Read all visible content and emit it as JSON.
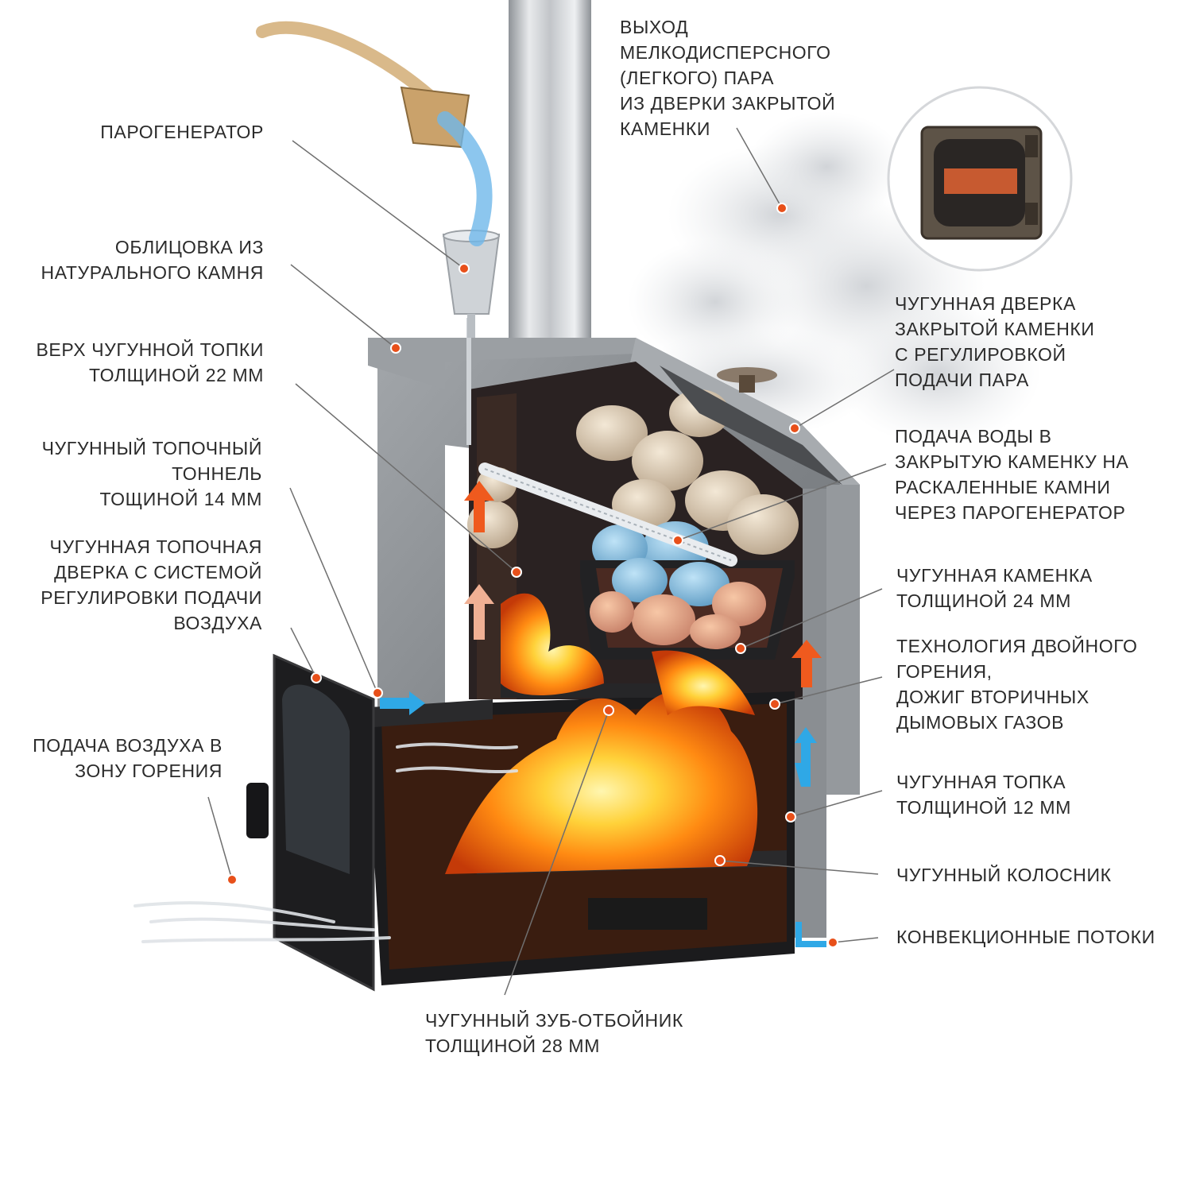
{
  "colors": {
    "marker": "#e8501a",
    "leader": "#6f6f6f",
    "text": "#2b2b2b",
    "stone": "#8e9296",
    "iron": "#1f1f21",
    "fire": "#ff8a1c",
    "air_arrow": "#2fa8e6",
    "hot_arrow": "#ef5a1e",
    "steam": "#d7d9dc"
  },
  "icons": {
    "ladle": "ladle-icon",
    "door_closeup": "cast-iron-door-closeup"
  },
  "labels": {
    "steam_generator": [
      "ПАРОГЕНЕРАТОР"
    ],
    "stone_cladding": [
      "ОБЛИЦОВКА ИЗ",
      "НАТУРАЛЬНОГО КАМНЯ"
    ],
    "firebox_top": [
      "ВЕРХ ЧУГУННОЙ ТОПКИ",
      "ТОЛЩИНОЙ 22 ММ"
    ],
    "fire_tunnel": [
      "ЧУГУННЫЙ ТОПОЧНЫЙ",
      "ТОННЕЛЬ",
      "ТОЩИНОЙ 14 ММ"
    ],
    "fire_door": [
      "ЧУГУННАЯ ТОПОЧНАЯ",
      "ДВЕРКА С СИСТЕМОЙ",
      "РЕГУЛИРОВКИ ПОДАЧИ",
      "ВОЗДУХА"
    ],
    "air_supply": [
      "ПОДАЧА ВОЗДУХА В",
      "ЗОНУ ГОРЕНИЯ"
    ],
    "steam_exit": [
      "ВЫХОД",
      "МЕЛКОДИСПЕРСНОГО",
      "(ЛЕГКОГО) ПАРА",
      "ИЗ ДВЕРКИ ЗАКРЫТОЙ",
      "КАМЕНКИ"
    ],
    "heater_door": [
      "ЧУГУННАЯ ДВЕРКА",
      "ЗАКРЫТОЙ КАМЕНКИ",
      "С РЕГУЛИРОВКОЙ",
      "ПОДАЧИ ПАРА"
    ],
    "water_supply": [
      "ПОДАЧА ВОДЫ В",
      "ЗАКРЫТУЮ КАМЕНКУ НА",
      "РАСКАЛЕННЫЕ КАМНИ",
      "ЧЕРЕЗ ПАРОГЕНЕРАТОР"
    ],
    "heater": [
      "ЧУГУННАЯ КАМЕНКА",
      "ТОЛЩИНОЙ 24 ММ"
    ],
    "double_combustion": [
      "ТЕХНОЛОГИЯ ДВОЙНОГО",
      "ГОРЕНИЯ,",
      "ДОЖИГ ВТОРИЧНЫХ",
      "ДЫМОВЫХ ГАЗОВ"
    ],
    "firebox": [
      "ЧУГУННАЯ ТОПКА",
      "ТОЛЩИНОЙ 12 ММ"
    ],
    "grate": [
      "ЧУГУННЫЙ КОЛОСНИК"
    ],
    "convection": [
      "КОНВЕКЦИОННЫЕ ПОТОКИ"
    ],
    "deflector": [
      "ЧУГУННЫЙ ЗУБ-ОТБОЙНИК",
      "ТОЛЩИНОЙ 28 ММ"
    ]
  }
}
